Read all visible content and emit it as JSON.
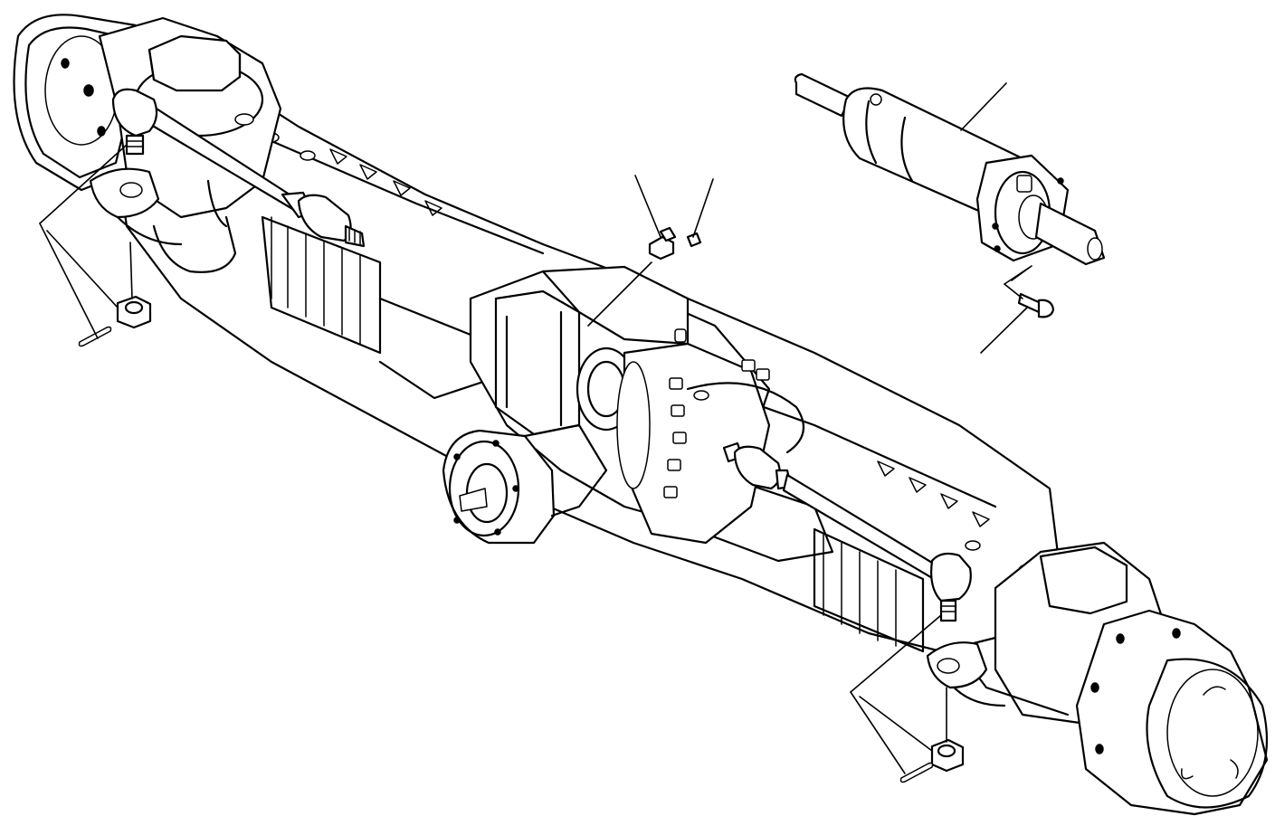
{
  "figure": {
    "type": "exploded-parts-diagram",
    "subject": "steering-axle-assembly",
    "components": [
      {
        "id": "axle-housing",
        "icon": "axle-housing-icon"
      },
      {
        "id": "steering-cylinder",
        "icon": "hydraulic-cylinder-icon"
      },
      {
        "id": "cylinder-mounting-bolt",
        "icon": "bolt-icon"
      },
      {
        "id": "left-tie-rod",
        "icon": "tie-rod-icon"
      },
      {
        "id": "right-tie-rod",
        "icon": "tie-rod-icon"
      },
      {
        "id": "left-castle-nut",
        "icon": "castle-nut-icon"
      },
      {
        "id": "right-castle-nut",
        "icon": "castle-nut-icon"
      },
      {
        "id": "left-cotter-pin",
        "icon": "cotter-pin-icon"
      },
      {
        "id": "right-cotter-pin",
        "icon": "cotter-pin-icon"
      },
      {
        "id": "grease-fitting",
        "icon": "grease-fitting-icon"
      },
      {
        "id": "plug-screw",
        "icon": "plug-screw-icon"
      },
      {
        "id": "drive-flange",
        "icon": "flange-icon"
      },
      {
        "id": "differential-housing",
        "icon": "differential-icon"
      },
      {
        "id": "left-wheel-hub",
        "icon": "wheel-hub-icon"
      },
      {
        "id": "right-wheel-hub",
        "icon": "wheel-hub-icon"
      }
    ],
    "callout_labels": []
  }
}
